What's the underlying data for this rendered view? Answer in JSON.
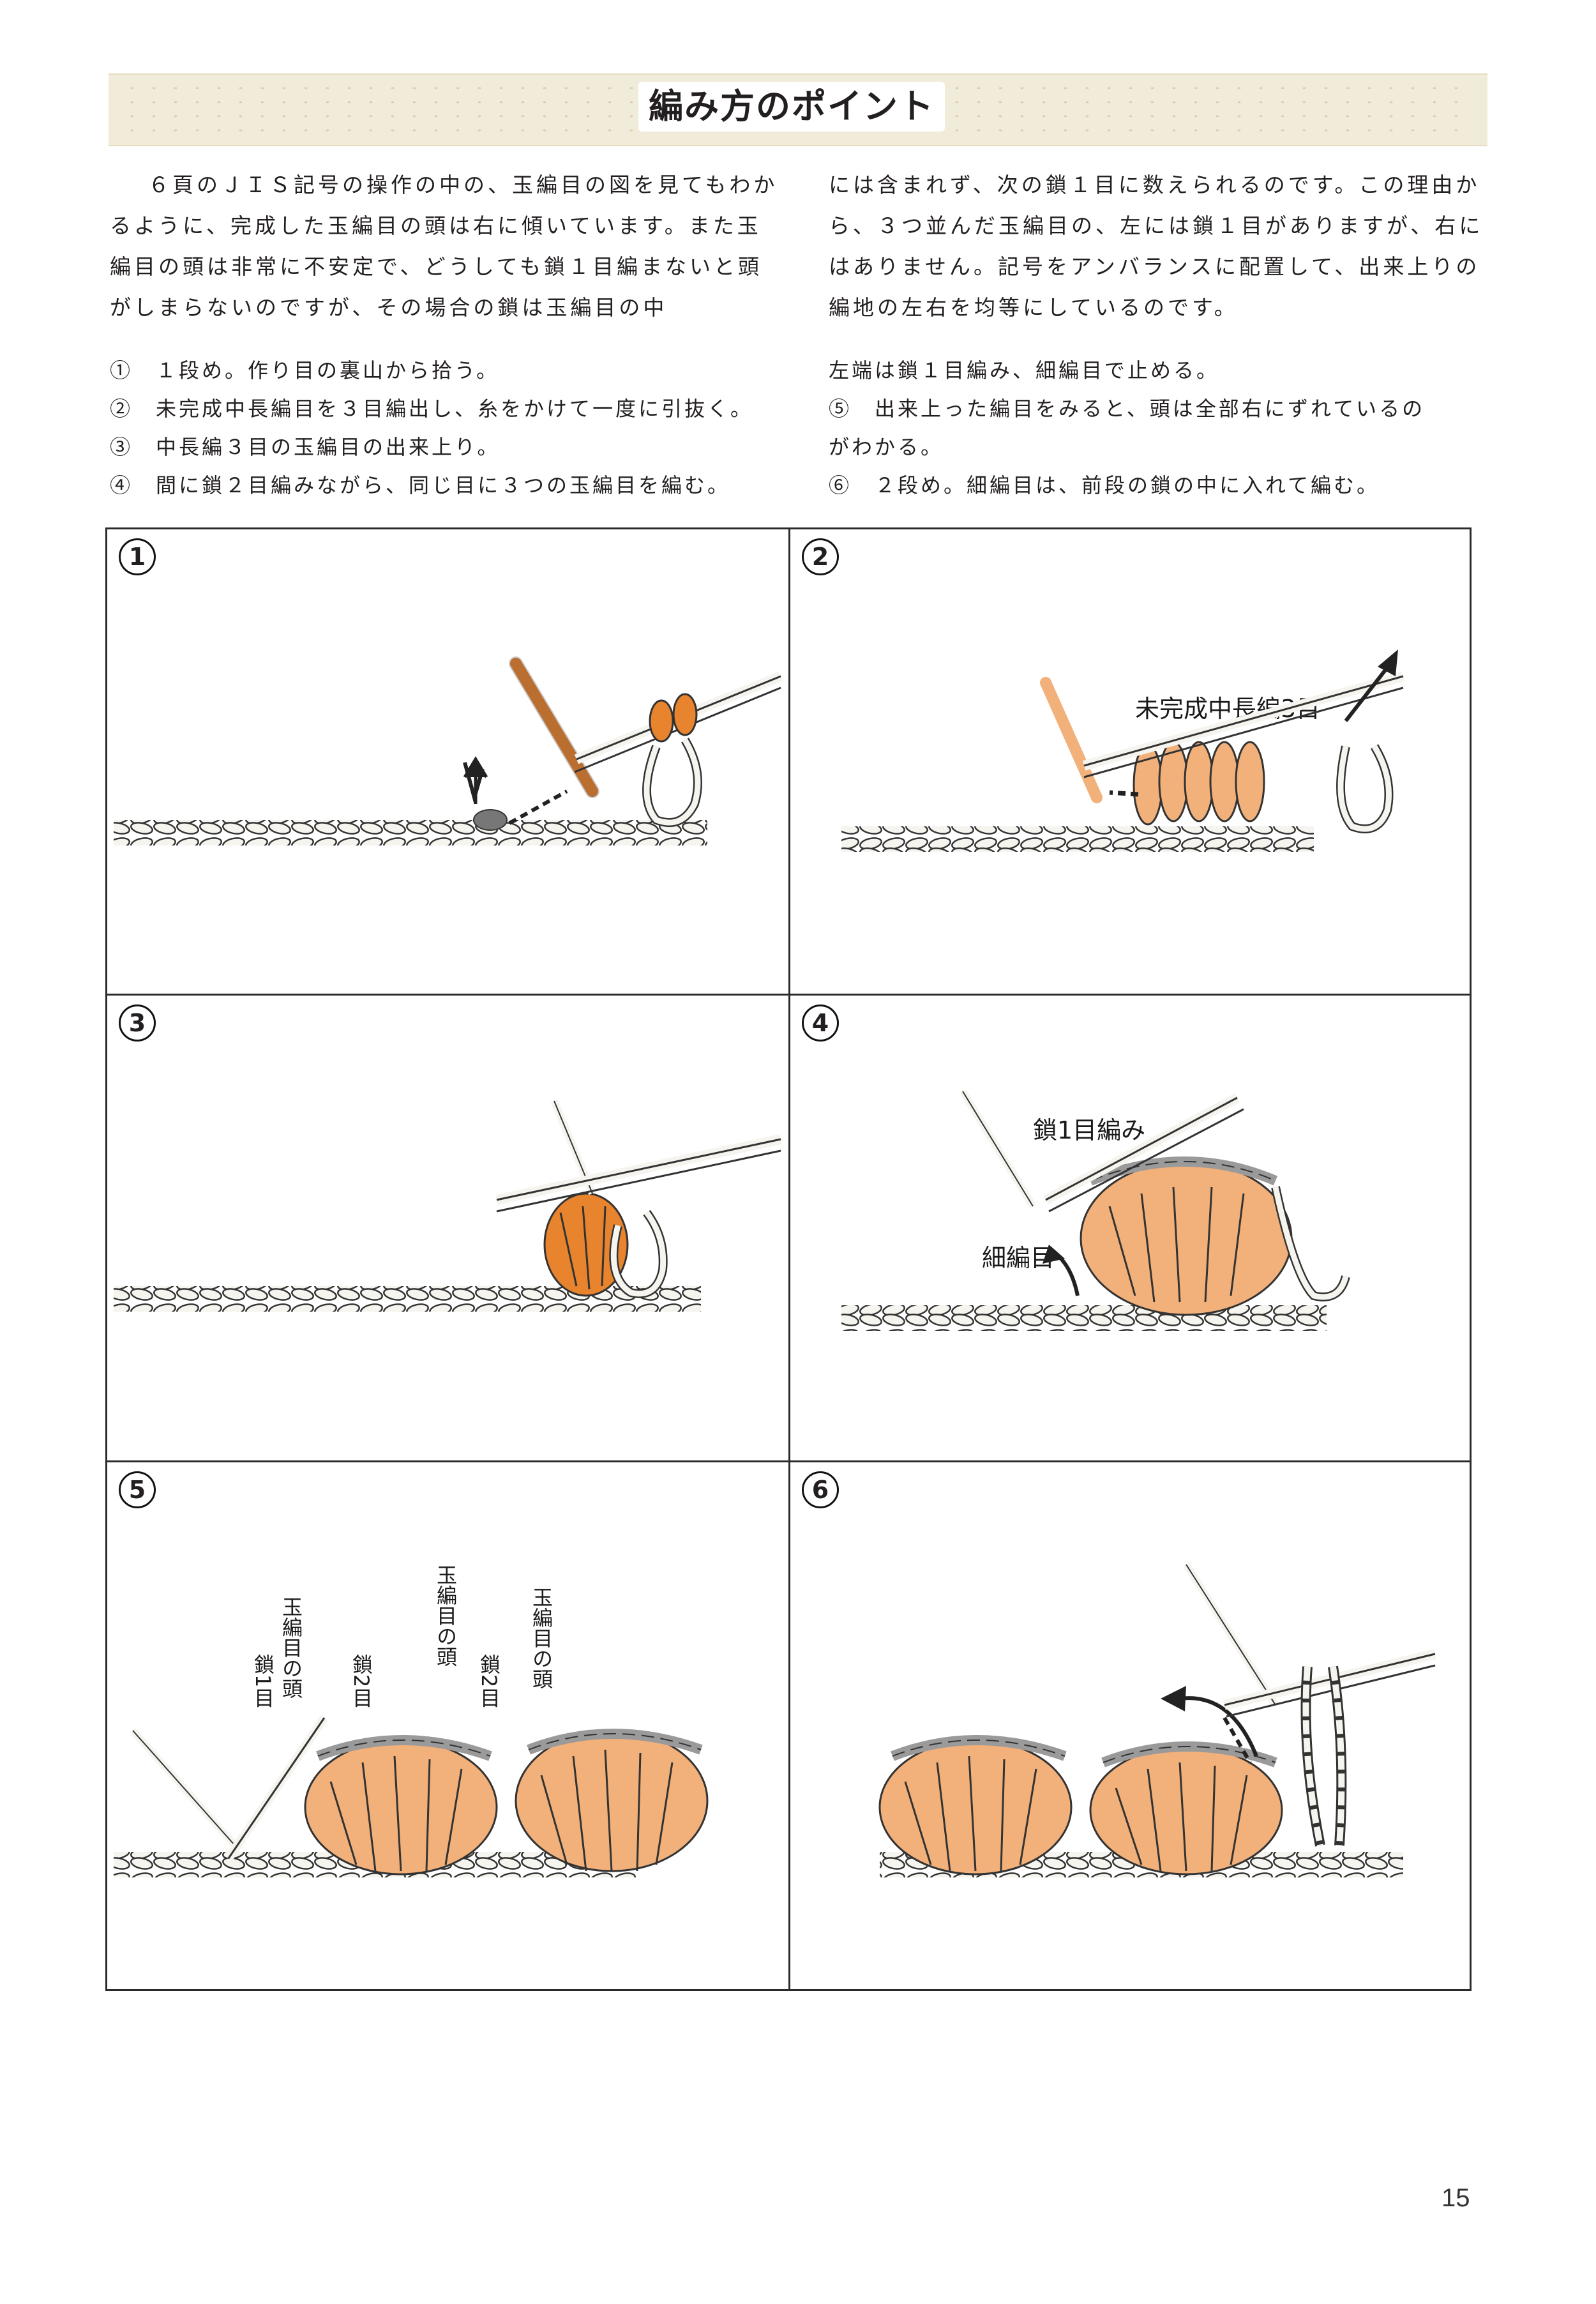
{
  "title": "編み方のポイント",
  "intro": {
    "left": "６頁のＪＩＳ記号の操作の中の、玉編目の図を見てもわかるように、完成した玉編目の頭は右に傾いています。また玉編目の頭は非常に不安定で、どうしても鎖１目編まないと頭がしまらないのですが、その場合の鎖は玉編目の中",
    "right": "には含まれず、次の鎖１目に数えられるのです。この理由から、３つ並んだ玉編目の、左には鎖１目がありますが、右にはありません。記号をアンバランスに配置して、出来上りの編地の左右を均等にしているのです。"
  },
  "steps": {
    "s1": "①　１段め。作り目の裏山から拾う。",
    "s2": "②　未完成中長編目を３目編出し、糸をかけて一度に引抜く。",
    "s3": "③　中長編３目の玉編目の出来上り。",
    "s4": "④　間に鎖２目編みながら、同じ目に３つの玉編目を編む。",
    "s4b": "左端は鎖１目編み、細編目で止める。",
    "s5": "⑤　出来上った編目をみると、頭は全部右にずれているの",
    "s5b": "がわかる。",
    "s6": "⑥　２段め。細編目は、前段の鎖の中に入れて編む。"
  },
  "figures": {
    "n1": "1",
    "n2": "2",
    "n3": "3",
    "n4": "4",
    "n5": "5",
    "n6": "6",
    "fig2_label": "未完成中長編3目",
    "fig4_label_chain": "鎖1目編み",
    "fig4_label_sc": "細編目",
    "fig5_labels": [
      "玉編目の頭",
      "鎖1目",
      "鎖2目",
      "玉編目の頭",
      "鎖2目",
      "玉編目の頭"
    ]
  },
  "colors": {
    "yarn_dark": "#e8832e",
    "yarn_light": "#f2b07a",
    "yarn_white": "#f6f4ee",
    "yarn_gray": "#9a9a9a",
    "outline": "#333333"
  },
  "page_number": "15"
}
